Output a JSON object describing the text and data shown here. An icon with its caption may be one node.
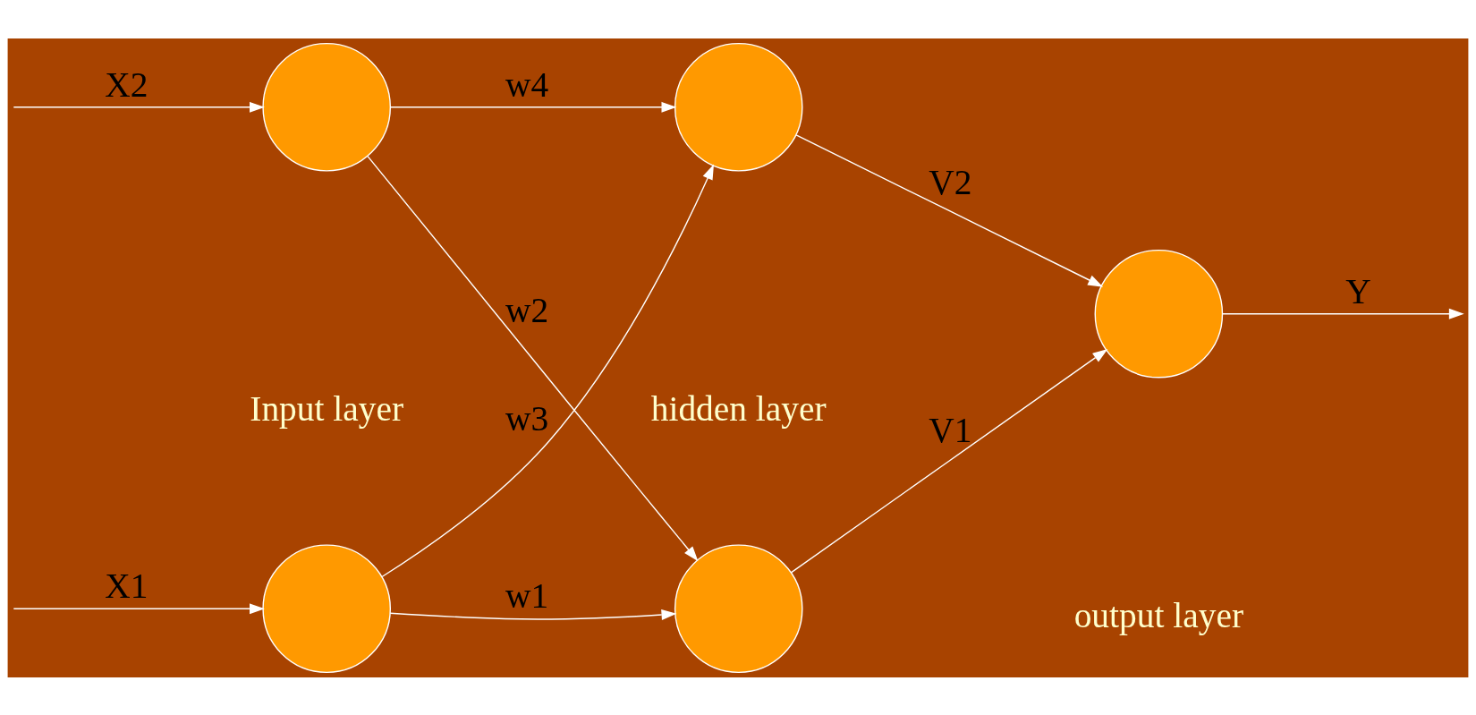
{
  "diagram": {
    "nodes": [
      {
        "text": [],
        "shape": "circle"
      },
      {
        "text": [],
        "shape": "circle"
      },
      {
        "text": [],
        "shape": "circle"
      },
      {
        "text": [],
        "shape": "circle"
      },
      {
        "text": [],
        "shape": "circle"
      }
    ],
    "edges": [
      {
        "from": null,
        "to": 0,
        "arrow": "to",
        "label": "X1"
      },
      {
        "from": null,
        "to": 1,
        "arrow": "to",
        "label": "X2"
      },
      {
        "from": 0,
        "to": 2,
        "arrow": "to",
        "label": "w1"
      },
      {
        "from": 1,
        "to": 2,
        "arrow": "to",
        "label": "w2"
      },
      {
        "from": 0,
        "to": 3,
        "arrow": "to",
        "label": "w3"
      },
      {
        "from": 1,
        "to": 3,
        "arrow": "to",
        "label": "w4"
      },
      {
        "from": 2,
        "to": 4,
        "arrow": "to",
        "label": "V1"
      },
      {
        "from": 3,
        "to": 4,
        "arrow": "to",
        "label": "V2"
      },
      {
        "from": 4,
        "to": null,
        "arrow": "to",
        "label": "Y"
      }
    ],
    "labels": [
      "Input layer",
      "hidden layer",
      "output layer"
    ]
  }
}
